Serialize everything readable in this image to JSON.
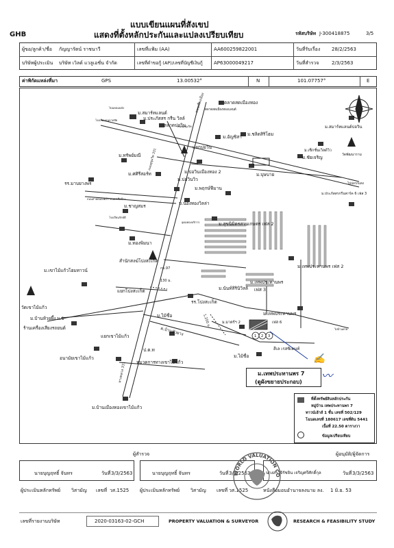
{
  "header": {
    "org": "GHB",
    "title_line1": "แบบเขียนแผนที่สังเขป",
    "title_line2": "แสดงที่ตั้งหลักประกันและแปลงเปรียบเทียบ",
    "company_code_label": "รหัสบริษัท",
    "company_code": "J-300418875",
    "page": "3/5"
  },
  "info": {
    "owner_label": "ผู้ขอ/ลูกค้า/ชื่อ",
    "owner_value": "กัญญารัตน์ ราชนาวี",
    "ref_label": "เลขที่แฟ้ม (AA)",
    "ref_value": "AA600259822001",
    "received_label": "วันที่รับเรื่อง",
    "received_value": "28/2/2563",
    "valuer_co_label": "บริษัทผู้ประเมิน",
    "valuer_co_value": "บริษัท เวิลด์ แวลูเอชั่น จำกัด",
    "ap_label": "เลขที่คำขอกู้ (AP)/เลขที่บัญชีเงินกู้",
    "ap_value": "AP63000049217",
    "survey_label": "วันที่สำรวจ",
    "survey_value": "2/3/2563"
  },
  "coords": {
    "label": "ค่าพิกัดแหล่งที่มา",
    "source": "GPS",
    "lat": "13.00532°",
    "lat_dir": "N",
    "lon": "101.07757°",
    "lon_dir": "E"
  },
  "map": {
    "labels": {
      "l01": "ม.สมาร์ทแลนด์",
      "l02": "ม.ประภัสสร กรีน วิลล์",
      "l03": "ตลาดสดเมืองทอง",
      "l04": "ตลาดสดเมืองทองแลนด์",
      "l05": "โรงเรียนอนุบาลชัย",
      "l06": "ถนนสุขุมวิท",
      "l07": "ถนนเลี่ยงเมือง",
      "l08": "ม.อัญชิสา",
      "l09": "ม.ชลิตสิริโฮม",
      "l10": "ตลาดบ่อวิน",
      "l11": "แยกบ่อวิน",
      "l12": "ม.ทรัพย์มณี",
      "l13": "ม.เซ็กชั่นเวิลด์วิว",
      "l14": "ม.ชัยเจริญ",
      "l15": "วัดพัฒนาราม",
      "l16": "ม.บุษบาย",
      "l17": "ม.ศศิรีสอร์ท",
      "l18": "ม.บ่อวินเมืองทอง 2",
      "l19": "ม.บ่อวินวิว",
      "l20": "รร.มาบยางพร",
      "l21": "ถนนสายหนองคล้า-หนองเสือช้าง",
      "l22": "ม.พฤกษ์ฟีมาน",
      "l23": "ม.ชาญสมร",
      "l24": "ม.น้องทองวิลล่า",
      "l25": "ม.สุขนิมิตรสวนเกษตร เฟส 2",
      "l26": "ม.ทองพิมนา",
      "l27": "ม.สมาร์ทแลนด์บ่อวิน",
      "l28": "ม.ประภัสสรกรีนพาร์ค 6 เฟส 3",
      "l29": "สำนักสงฆ์โปงสะเก็ต",
      "l30": "กม.97",
      "l31": "130 ม.",
      "l32": "ม.เทพประทานพร เฟส 2",
      "l33": "ม.เขาไม้แก้วโฮมทาวน์",
      "l34": "ม.เทพประทานพร",
      "l35": "ม.นันท์สิรินิวิลล์",
      "l36": "เฟส 3",
      "l37": "แยกโปงสะเก็ต",
      "l38": "วัดเขาไม้แก้ว",
      "l39": "รร.โปงสะเก็ต",
      "l40": "ม.ไม้ชื่อ",
      "l41": "ต.บ้านหัวยาง",
      "l42": "ม.เทพประทานพร",
      "l43": "เฟส 6",
      "l44": "ม.บ้านห้วยผึ้ง ม.1",
      "l45": "ร้านเครื่องเสียงรถยนต์",
      "l46": "แยกเขาไม้แก้ว",
      "l47": "ม.มาตร์ฯ 2",
      "l48": "1,200 ม.",
      "l49": "ป.ต.ท",
      "l50": "สีเล เรสซิเดนท์",
      "l51": "อนามัยเขาไม้แก้ว",
      "l52": "หมวดการทางเขาไม้แก้ว",
      "l53": "ม.ไม้ชื่อ",
      "l54": "ม.บ้านเมืองทองเขาไม้แก้ว",
      "l55": "ถนนสุขุมวิท 331",
      "l56": "โรงเรียนรักษ์ดี",
      "l57": "อุดมทองบริการ",
      "l58": "ไปแหลมฉบัง",
      "l59": "ไปปลวกแดง",
      "l60": "ไปบ้านค่าย",
      "l61": "ทางหลวง 331"
    },
    "plot_label1": "ม.เทพประทานพร 7",
    "plot_label2": "(ดูผังขยายประกอบ)"
  },
  "legend": {
    "row1": "ที่ตั้งทรัพย์สินหลักประกัน",
    "row2": "หมู่บ้าน เทพประทานพร 7",
    "row3": "ทาวน์เฮ้าส์ 1 ชั้น เลขที่ 502/129",
    "row4": "โฉนดเลขที่ 180617 เลขที่ดิน 5441",
    "row5": "เนื้อที่ 22.50 ตารางวา",
    "row6": "ข้อมูลเปรียบเทียบ"
  },
  "footer": {
    "surveyor_label": "ผู้สำรวจ",
    "surveyor_name": "นายบุญฤทธิ์ จันทร",
    "surveyor_date_label": "วันที่",
    "surveyor_date": "3/3/2563",
    "valuer_name": "นายบุญฤทธิ์ จันทร",
    "valuer_date_label": "วันที่",
    "valuer_date": "3/3/2563",
    "approver_label": "ผู้อนุมัติ/ผู้จัดการ",
    "approver_name": "นางสาวจิรัชยิน เจริญศรีศักดิ์กุล",
    "approver_date_label": "วันที่",
    "approver_date": "3/3/2563",
    "lic_label1": "ผู้ประเมินหลักทรัพย์",
    "lic_name1": "วิสามัญ",
    "lic_no_label1": "เลขที่",
    "lic_no1": "วส.1525",
    "lic_label2": "ผู้ประเมินหลักทรัพย์",
    "lic_name2": "วิสามัญ",
    "lic_no_label2": "เลขที่",
    "lic_no2": "วส.1525",
    "lic_label3": "หนังสือมอบอำนาจลงนาม ลง.",
    "lic_date3": "1 มิ.ย. 53",
    "report_label": "เลขที่รายงานบริษัท",
    "report_no": "2020-03163-02-GCH",
    "company_en": "PROPERTY VALUATION & SURVEYOR",
    "study_en": "RESEARCH & FEASIBILITY STUDY",
    "seal_text": "WORLD VALUATION CO.,LTD"
  }
}
